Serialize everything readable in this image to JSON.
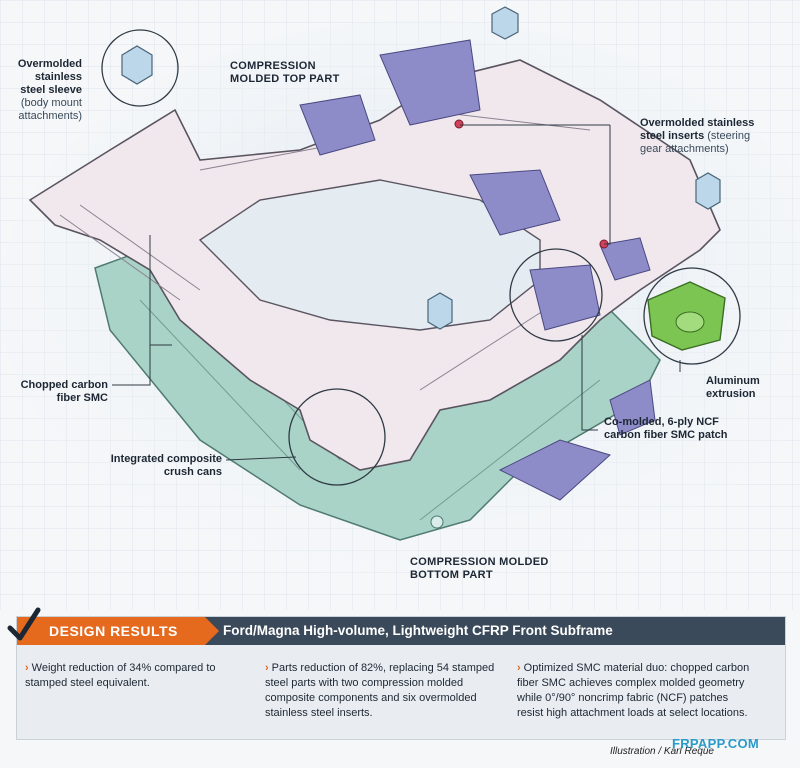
{
  "labels": {
    "sleeve": [
      "Overmolded",
      "stainless",
      "steel sleeve"
    ],
    "sleeve_note": [
      "(body mount",
      "attachments)"
    ],
    "top_part": [
      "COMPRESSION",
      "MOLDED TOP PART"
    ],
    "inserts_bold": [
      "Overmolded stainless",
      "steel inserts"
    ],
    "inserts_note": [
      "(steering",
      "gear attachments)"
    ],
    "chopped": [
      "Chopped carbon",
      "fiber SMC"
    ],
    "aluminum": [
      "Aluminum",
      "extrusion"
    ],
    "comolded": [
      "Co-molded, 6-ply NCF",
      "carbon fiber SMC patch"
    ],
    "crush": [
      "Integrated composite",
      "crush cans"
    ],
    "bottom_part": [
      "COMPRESSION MOLDED",
      "BOTTOM PART"
    ]
  },
  "results": {
    "tag": "DESIGN RESULTS",
    "title": "Ford/Magna High-volume, Lightweight CFRP Front Subframe",
    "bullets": [
      [
        "Weight reduction of 34% compared to",
        "stamped steel equivalent."
      ],
      [
        "Parts reduction of 82%, replacing 54 stamped",
        "steel parts with two compression molded",
        "composite components and six overmolded",
        "stainless steel inserts."
      ],
      [
        "Optimized SMC material duo: chopped carbon",
        "fiber SMC achieves complex molded geometry",
        "while 0°/90° noncrimp fabric (NCF) patches",
        "resist high attachment loads at select locations."
      ]
    ]
  },
  "credit": "Illustration / Karl Reque",
  "watermark": "FRPAPP.COM",
  "colors": {
    "frame": "#f1e8ee",
    "frame_stroke": "#5a5460",
    "bottom_part": "#a9d3c6",
    "patch": "#8d8cc8",
    "aluminum": "#7cc553",
    "sleeve": "#bcd6ea",
    "accent": "#e56a1e",
    "header": "#3b4a5a"
  },
  "icons": [
    "checkmark-icon",
    "arrow-bullet-icon"
  ]
}
